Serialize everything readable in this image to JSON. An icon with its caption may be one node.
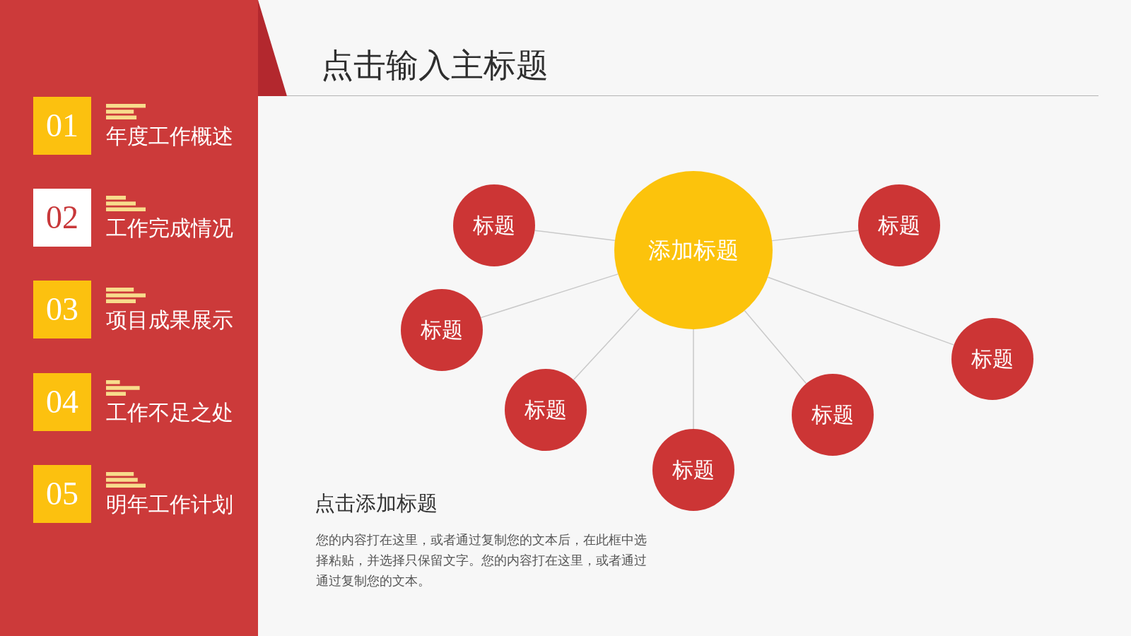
{
  "diagram": {
    "title": "点击输入主标题",
    "nodes": [
      {
        "text": [
          "01"
        ],
        "beside": [
          "年度工作概述"
        ]
      },
      {
        "text": [
          "02"
        ],
        "beside": [
          "工作完成情况"
        ]
      },
      {
        "text": [
          "03"
        ],
        "beside": [
          "项目成果展示"
        ]
      },
      {
        "text": [
          "04"
        ],
        "beside": [
          "工作不足之处"
        ]
      },
      {
        "text": [
          "05"
        ],
        "beside": [
          "明年工作计划"
        ]
      },
      {
        "text": [
          "添加标题"
        ]
      },
      {
        "text": [
          "标题"
        ]
      },
      {
        "text": [
          "标题"
        ]
      },
      {
        "text": [
          "标题"
        ]
      },
      {
        "text": [
          "标题"
        ]
      },
      {
        "text": [
          "标题"
        ]
      },
      {
        "text": [
          "标题"
        ]
      },
      {
        "text": [
          "标题"
        ]
      }
    ],
    "edges": [
      {
        "from": 5,
        "to": 6,
        "arrow": "none"
      },
      {
        "from": 5,
        "to": 7,
        "arrow": "none"
      },
      {
        "from": 5,
        "to": 8,
        "arrow": "none"
      },
      {
        "from": 5,
        "to": 9,
        "arrow": "none"
      },
      {
        "from": 5,
        "to": 10,
        "arrow": "none"
      },
      {
        "from": 5,
        "to": 11,
        "arrow": "none"
      },
      {
        "from": 5,
        "to": 12,
        "arrow": "none"
      }
    ],
    "labels": [
      "点击添加标题",
      "您的内容打在这里，或者通过复制您的文本后，在此框中选择粘贴，并选择只保留文字。您的内容打在这里，或者通过通过复制您的文本。"
    ]
  }
}
